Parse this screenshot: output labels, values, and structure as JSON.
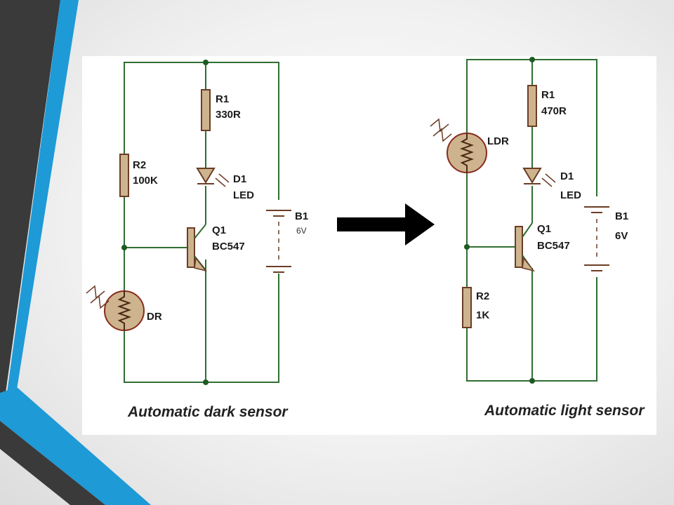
{
  "slide": {
    "left_circuit": {
      "caption": "Automatic dark sensor",
      "r1": {
        "name": "R1",
        "value": "330R"
      },
      "r2": {
        "name": "R2",
        "value": "100K"
      },
      "d1": {
        "name": "D1",
        "value": "LED"
      },
      "q1": {
        "name": "Q1",
        "value": "BC547"
      },
      "b1": {
        "name": "B1",
        "value": "6V"
      },
      "ldr": {
        "label": "DR"
      }
    },
    "right_circuit": {
      "caption": "Automatic light sensor",
      "r1": {
        "name": "R1",
        "value": "470R"
      },
      "r2": {
        "name": "R2",
        "value": "1K"
      },
      "d1": {
        "name": "D1",
        "value": "LED"
      },
      "q1": {
        "name": "Q1",
        "value": "BC547"
      },
      "b1": {
        "name": "B1",
        "value": "6V"
      },
      "ldr": {
        "label": "LDR"
      }
    },
    "arrow": {
      "icon": "right-arrow-icon",
      "color": "#000000"
    },
    "theme": {
      "accent": "#1e9ad6",
      "dark_stripe": "#3a3a3a",
      "wire": "#2f6e32",
      "component_fill": "#cdb48f",
      "component_stroke": "#6b3d25"
    }
  }
}
